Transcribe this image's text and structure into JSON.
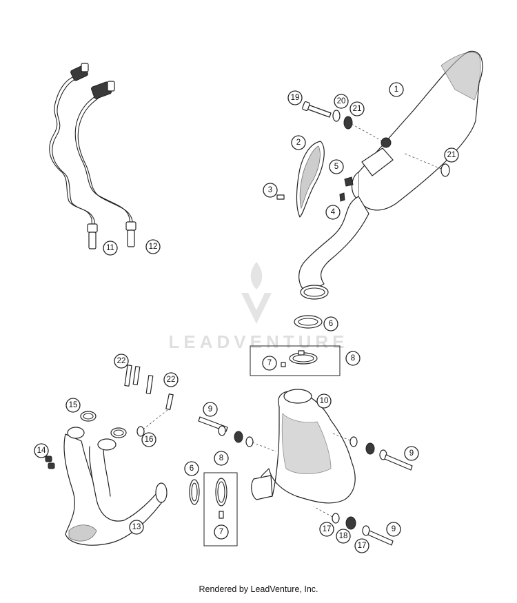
{
  "watermark": {
    "brand": "LEADVENTURE"
  },
  "footer": {
    "credit": "Rendered by LeadVenture, Inc."
  },
  "callouts": [
    "1",
    "2",
    "3",
    "4",
    "5",
    "6",
    "7",
    "8",
    "9",
    "10",
    "11",
    "12",
    "13",
    "14",
    "15",
    "16",
    "17",
    "18",
    "19",
    "20",
    "21",
    "22"
  ],
  "colors": {
    "line": "#222222",
    "shade": "#b9b9b9",
    "watermark": "#dcdcdc"
  }
}
